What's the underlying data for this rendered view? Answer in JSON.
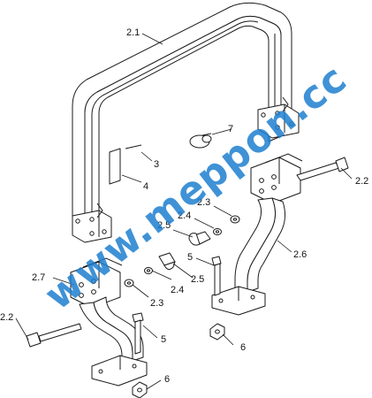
{
  "callouts": {
    "c2_1": "2.1",
    "c7": "7",
    "c3": "3",
    "c4": "4",
    "c2_2_right": "2.2",
    "c2_3_top": "2.3",
    "c2_4_top": "2.4",
    "c2_5_top": "2.5",
    "c2_6": "2.6",
    "c5_right": "5",
    "c2_5_mid": "2.5",
    "c2_4_mid": "2.4",
    "c2_7": "2.7",
    "c2_3_mid": "2.3",
    "c6_right": "6",
    "c2_2_left": "2.2",
    "c5_left": "5",
    "c6_left": "6"
  },
  "watermark": {
    "text": "www.meppon.cc",
    "color": "#1e7fd0"
  }
}
